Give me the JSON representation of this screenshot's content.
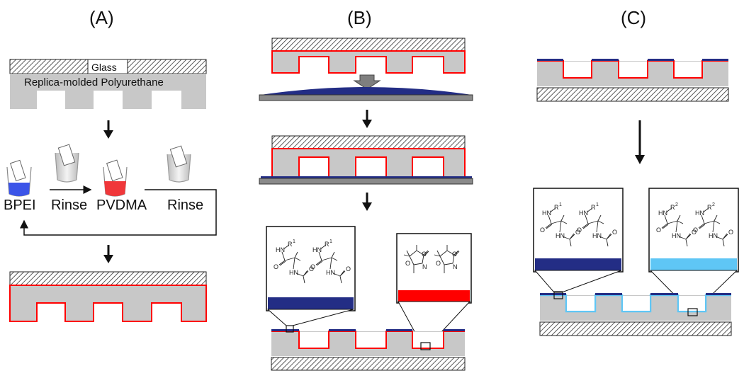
{
  "panels": {
    "a": {
      "title": "(A)",
      "glass_label": "Glass",
      "substrate_label": "Replica-molded Polyurethane",
      "steps": {
        "bpei": "BPEI",
        "rinse_1": "Rinse",
        "pvdma": "PVDMA",
        "rinse_2": "Rinse"
      }
    },
    "b": {
      "title": "(B)"
    },
    "c": {
      "title": "(C)"
    }
  },
  "chemistry": {
    "hn": "HN",
    "o": "O",
    "n": "N",
    "r": "R",
    "r1_sup": "1",
    "r2_sup": "2"
  },
  "colors": {
    "dark_navy": "#232d85",
    "red": "#ff0000",
    "blue_fill": "#3b54e8",
    "red_fill": "#f0373a",
    "light_blue": "#5fc6f5",
    "gray": "#c8c8c8",
    "hatch": "#333333"
  },
  "icons": [
    "beaker-icon",
    "arrow-down-icon",
    "arrow-right-icon",
    "gray-block-arrow-icon"
  ]
}
